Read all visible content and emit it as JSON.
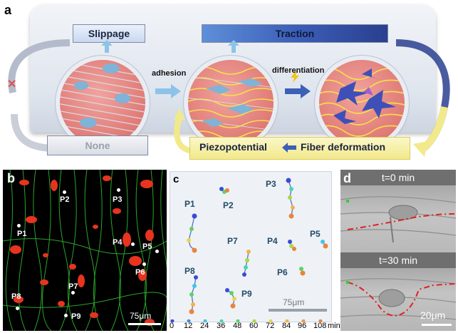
{
  "panel_a": {
    "letter": "a",
    "slippage": "Slippage",
    "traction": "Traction",
    "none": "None",
    "piezopotential": "Piezopotential",
    "fiber_deformation": "Fiber deformation",
    "adhesion": "adhesion",
    "differentiation": "differentiation",
    "blocked_mark": "✕"
  },
  "panel_b": {
    "letter": "b",
    "points": [
      "P1",
      "P2",
      "P3",
      "P4",
      "P5",
      "P6",
      "P7",
      "P8",
      "P9"
    ],
    "scale_bar": "75μm"
  },
  "panel_c": {
    "letter": "c",
    "points": [
      "P1",
      "P2",
      "P3",
      "P4",
      "P5",
      "P6",
      "P7",
      "P8",
      "P9"
    ],
    "scale_bar": "75μm",
    "time_ticks": [
      "0",
      "12",
      "24",
      "36",
      "48",
      "60",
      "72",
      "84",
      "96",
      "108"
    ],
    "time_unit": "min",
    "colors": [
      "#3a4bd8",
      "#3f8de6",
      "#43c3e8",
      "#48d6b0",
      "#5bd36a",
      "#a6d94a",
      "#e6d84b",
      "#f2b24a",
      "#ef9a42",
      "#e8853c"
    ]
  },
  "panel_d": {
    "letter": "d",
    "time_top": "t=0 min",
    "time_bottom": "t=30 min",
    "scale_bar": "20μm"
  }
}
